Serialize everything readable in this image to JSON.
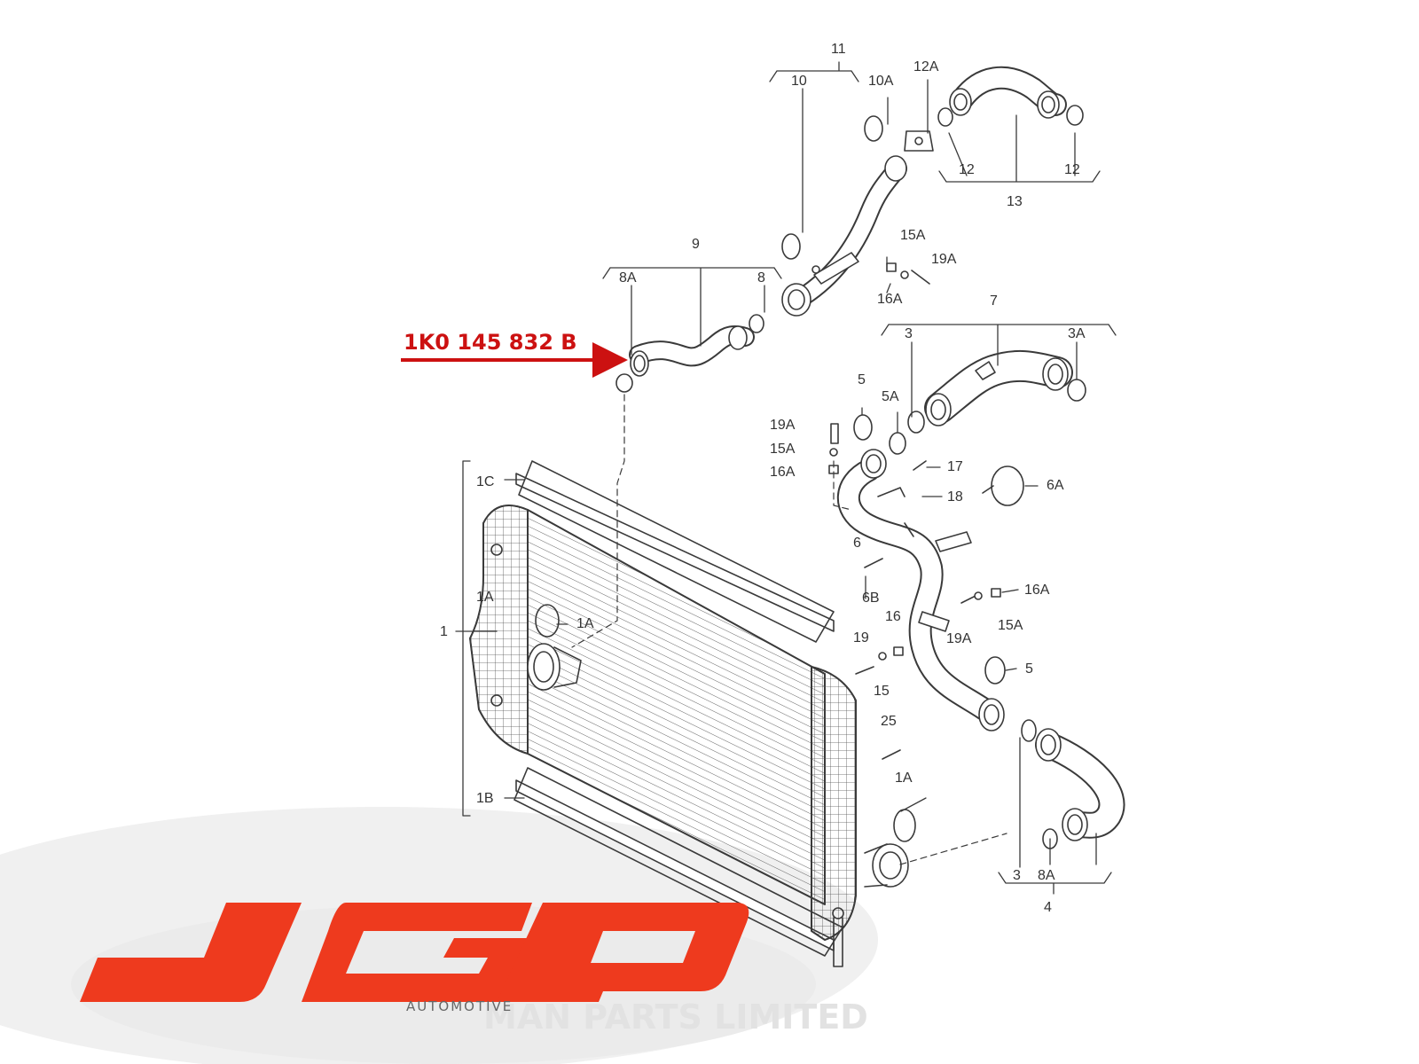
{
  "colors": {
    "accent": "#cc1111",
    "logo": "#ee3a1e",
    "line": "#3a3a3a",
    "shadow": "#e6e6e6"
  },
  "highlight": {
    "part_number": "1K0 145 832 B"
  },
  "callouts": {
    "c_11": "11",
    "c_10": "10",
    "c_10a": "10A",
    "c_12a": "12A",
    "c_12_left": "12",
    "c_12_right": "12",
    "c_13": "13",
    "c_9": "9",
    "c_8a_top": "8A",
    "c_8": "8",
    "c_15a_top": "15A",
    "c_19a_top": "19A",
    "c_16a_top": "16A",
    "c_7": "7",
    "c_3_top": "3",
    "c_3a": "3A",
    "c_5_top": "5",
    "c_5a": "5A",
    "c_19a_mid": "19A",
    "c_15a_mid": "15A",
    "c_16a_mid": "16A",
    "c_17": "17",
    "c_18": "18",
    "c_6a": "6A",
    "c_6": "6",
    "c_6b": "6B",
    "c_16a_right": "16A",
    "c_15a_right": "15A",
    "c_19a_bottom": "19A",
    "c_19": "19",
    "c_16": "16",
    "c_15": "15",
    "c_5_bottom": "5",
    "c_25": "25",
    "c_1a_bottom": "1A",
    "c_3_bottom": "3",
    "c_8a_bottom": "8A",
    "c_4": "4",
    "c_1c": "1C",
    "c_1a_left": "1A",
    "c_1": "1",
    "c_1a_inner": "1A",
    "c_1b": "1B"
  },
  "logo": {
    "mark": "JGP",
    "subtitle": "AUTOMOTIVE"
  },
  "watermark": {
    "text": "MAN PARTS LIMITED"
  },
  "icons": [
    "intercooler-radiator-icon",
    "charge-air-hose-icon",
    "o-ring-seal-icon",
    "hose-clamp-icon",
    "bolt-icon",
    "nut-icon",
    "bracket-icon",
    "arrow-right-icon"
  ]
}
